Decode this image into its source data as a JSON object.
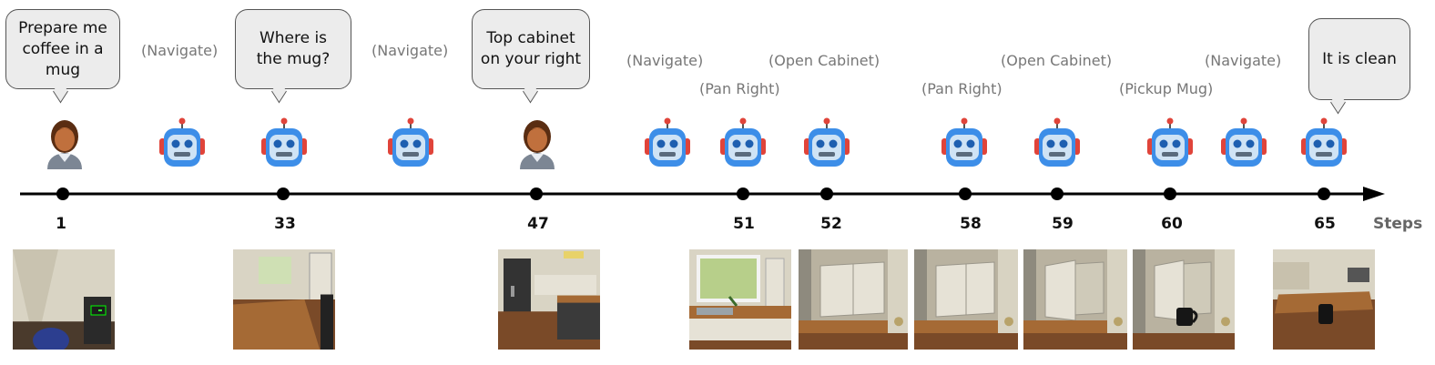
{
  "axis": {
    "label": "Steps"
  },
  "dialogue": [
    {
      "speaker": "human",
      "text": "Prepare me\ncoffee in a\nmug",
      "step": "1"
    },
    {
      "speaker": "robot",
      "text": "Where is\nthe mug?",
      "step": "33"
    },
    {
      "speaker": "human",
      "text": "Top cabinet\non your right",
      "step": "47"
    },
    {
      "speaker": "robot",
      "text": "It is clean",
      "step": "65"
    }
  ],
  "actions": [
    {
      "text": "(Navigate)"
    },
    {
      "text": "(Navigate)"
    },
    {
      "text": "(Navigate)"
    },
    {
      "text": "(Pan Right)"
    },
    {
      "text": "(Open Cabinet)"
    },
    {
      "text": "(Pan Right)"
    },
    {
      "text": "(Open Cabinet)"
    },
    {
      "text": "(Pickup Mug)"
    },
    {
      "text": "(Navigate)"
    }
  ],
  "steps": [
    "1",
    "33",
    "47",
    "51",
    "52",
    "58",
    "59",
    "60",
    "65"
  ],
  "agents": [
    {
      "type": "human-icon"
    },
    {
      "type": "robot-icon"
    },
    {
      "type": "robot-icon"
    },
    {
      "type": "robot-icon"
    },
    {
      "type": "human-icon"
    },
    {
      "type": "robot-icon"
    },
    {
      "type": "robot-icon"
    },
    {
      "type": "robot-icon"
    },
    {
      "type": "robot-icon"
    },
    {
      "type": "robot-icon"
    },
    {
      "type": "robot-icon"
    },
    {
      "type": "robot-icon"
    },
    {
      "type": "robot-icon"
    }
  ],
  "frames": [
    {
      "scene": "desk-corner"
    },
    {
      "scene": "kitchen-overview"
    },
    {
      "scene": "kitchen-fridge"
    },
    {
      "scene": "sink-window"
    },
    {
      "scene": "cabinet-closed"
    },
    {
      "scene": "cabinet-closed"
    },
    {
      "scene": "cabinet-open"
    },
    {
      "scene": "cabinet-mug"
    },
    {
      "scene": "kitchen-table"
    }
  ],
  "colors": {
    "robot_body": "#3d8ee8",
    "robot_face": "#cfe3f5",
    "robot_ear": "#e0443a",
    "human_skin": "#c0703d",
    "human_hair": "#5a2d12",
    "human_shirt": "#7c8694",
    "bubble_fill": "#ececec",
    "action_text": "#777777"
  }
}
